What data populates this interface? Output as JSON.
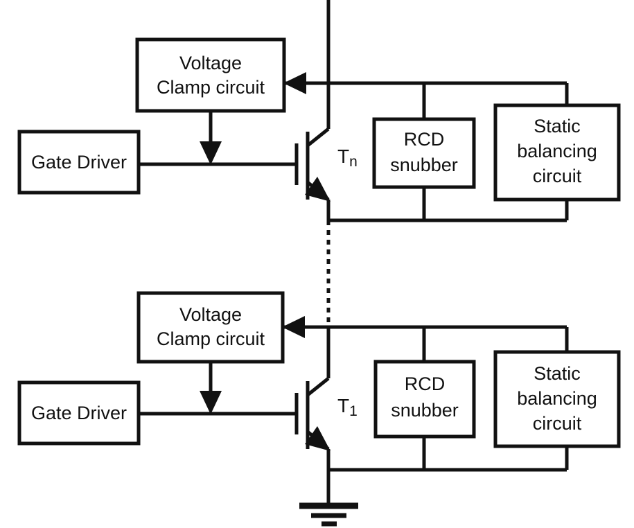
{
  "diagram": {
    "title": "Series-connected IGBT stack with gate drivers, voltage clamp, RCD snubber and static balancing circuits",
    "background_color": "#ffffff",
    "line_color": "#111111"
  },
  "stages": [
    {
      "id": "upper",
      "device_label": "T",
      "device_subscript": "n",
      "voltage_clamp_line1": "Voltage",
      "voltage_clamp_line2": "Clamp circuit",
      "gate_driver": "Gate Driver",
      "rcd_line1": "RCD",
      "rcd_line2": "snubber",
      "static_line1": "Static",
      "static_line2": "balancing",
      "static_line3": "circuit"
    },
    {
      "id": "lower",
      "device_label": "T",
      "device_subscript": "1",
      "voltage_clamp_line1": "Voltage",
      "voltage_clamp_line2": "Clamp circuit",
      "gate_driver": "Gate Driver",
      "rcd_line1": "RCD",
      "rcd_line2": "snubber",
      "static_line1": "Static",
      "static_line2": "balancing",
      "static_line3": "circuit"
    }
  ],
  "symbols": {
    "ground": "earth-ground",
    "transistor": "igbt",
    "continuation": "dashed-series-link"
  }
}
